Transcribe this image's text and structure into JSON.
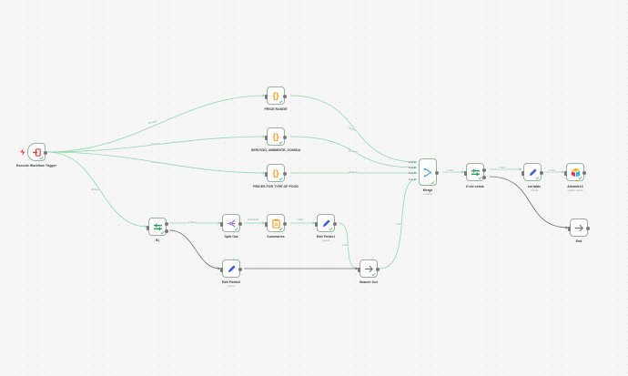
{
  "nodes": {
    "trigger": {
      "label": "Execute Workflow Trigger"
    },
    "price_range": {
      "label": "PRICE RANGE"
    },
    "servicio": {
      "label": "SERVICIO, AMBIENTE, COMIDA"
    },
    "prices_food": {
      "label": "PRICES FOR TYPE OF FOOD"
    },
    "if": {
      "label": "If1"
    },
    "split_out": {
      "label": "Split Out"
    },
    "summaries": {
      "label": "Summaries"
    },
    "edit_fields1": {
      "label": "Edit Fields1",
      "sub": "manual"
    },
    "edit_fields2": {
      "label": "Edit Fields2",
      "sub": "manual"
    },
    "branch_out": {
      "label": "Branch Out"
    },
    "merge": {
      "label": "Merge",
      "sub": "combine",
      "inputs": [
        "Input 1",
        "Input 2",
        "Input 3",
        "Input 4"
      ]
    },
    "if_cid": {
      "label": "If cid exists"
    },
    "set_table": {
      "label": "set table",
      "sub": "manual"
    },
    "airtable": {
      "label": "Airtable13",
      "sub": "update: record"
    },
    "end": {
      "label": "End"
    }
  },
  "edges": {
    "t_price": "26 items",
    "t_serv": "26 items",
    "t_food": "26 items",
    "t_if": "26 items",
    "price_merge": "26 items",
    "serv_merge": "26 items",
    "food_merge": "26 items",
    "if_split": "4 items",
    "split_sum": "1114 items",
    "sum_edit": "1 item",
    "edit1_branch": "1 item",
    "branch_merge": "1 item",
    "merge_ifcid": "1 item",
    "ifcid_set": "1 item",
    "set_air": "1 item"
  },
  "colors": {
    "success": "#54b97a",
    "edge": "#8fd7ab",
    "gray_edge": "#6f6f73"
  }
}
